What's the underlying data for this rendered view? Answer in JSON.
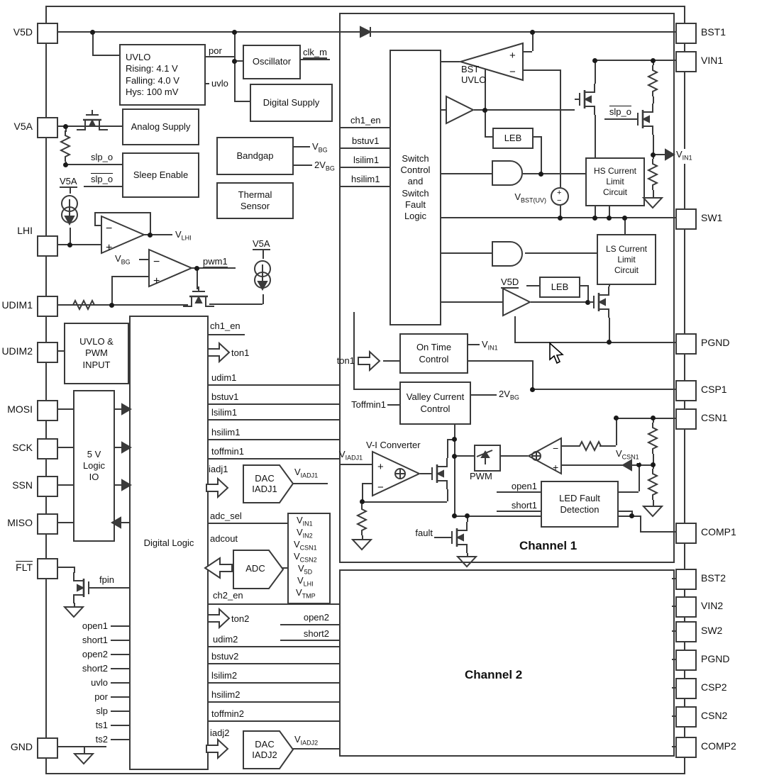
{
  "pins": {
    "left": [
      "V5D",
      "V5A",
      "LHI",
      "UDIM1",
      "UDIM2",
      "MOSI",
      "SCK",
      "SSN",
      "MISO",
      "FLT",
      "GND"
    ],
    "right": [
      "BST1",
      "VIN1",
      "SW1",
      "PGND",
      "CSP1",
      "CSN1",
      "COMP1",
      "BST2",
      "VIN2",
      "SW2",
      "PGND",
      "CSP2",
      "CSN2",
      "COMP2"
    ]
  },
  "blocks": {
    "uvlo": [
      "UVLO",
      "Rising: 4.1 V",
      "Falling: 4.0 V",
      "Hys: 100 mV"
    ],
    "oscillator": "Oscillator",
    "digital_supply": "Digital Supply",
    "analog_supply": "Analog Supply",
    "sleep_enable": "Sleep Enable",
    "bandgap": "Bandgap",
    "thermal": [
      "Thermal",
      "Sensor"
    ],
    "uvlo_pwm": [
      "UVLO &",
      "PWM",
      "INPUT"
    ],
    "logic_io": [
      "5 V",
      "Logic",
      "IO"
    ],
    "digital_logic": "Digital Logic",
    "dac1": [
      "DAC",
      "IADJ1"
    ],
    "adc": "ADC",
    "dac2": [
      "DAC",
      "IADJ2"
    ],
    "switch_ctrl": [
      "Switch",
      "Control",
      "and",
      "Switch",
      "Fault",
      "Logic"
    ],
    "bst_uvlo": [
      "BST",
      "UVLO"
    ],
    "leb": "LEB",
    "hs_limit": [
      "HS Current",
      "Limit",
      "Circuit"
    ],
    "ls_limit": [
      "LS Current",
      "Limit",
      "Circuit"
    ],
    "on_time": [
      "On Time",
      "Control"
    ],
    "valley": [
      "Valley Current",
      "Control"
    ],
    "led_fault": [
      "LED Fault",
      "Detection"
    ],
    "pwm_sw": "PWM",
    "vi_conv": "V-I Converter",
    "ch1": "Channel 1",
    "ch2": "Channel 2"
  },
  "signals": {
    "por": "por",
    "uvlo": "uvlo",
    "clk_m": "clk_m",
    "slp_o": "slp_o",
    "v5a": "V5A",
    "v5d": "V5D",
    "pwm1": "pwm1",
    "fpin": "fpin",
    "fault": "fault",
    "ch1_en": "ch1_en",
    "ton1": "ton1",
    "udim1": "udim1",
    "bstuv1": "bstuv1",
    "lsilim1": "lsilim1",
    "hsilim1": "hsilim1",
    "toffmin1": "toffmin1",
    "iadj1": "iadj1",
    "adc_sel": "adc_sel",
    "adcout": "adcout",
    "ch2_en": "ch2_en",
    "ton2": "ton2",
    "udim2": "udim2",
    "bstuv2": "bstuv2",
    "lsilim2": "lsilim2",
    "hsilim2": "hsilim2",
    "toffmin2": "toffmin2",
    "iadj2": "iadj2",
    "open1": "open1",
    "short1": "short1",
    "open2": "open2",
    "short2": "short2",
    "slp": "slp",
    "ts1": "ts1",
    "ts2": "ts2",
    "toffmin1_c": "Toffmin1"
  },
  "subs": {
    "vbg": {
      "b": "V",
      "s": "BG"
    },
    "v2bg": {
      "b": "2V",
      "s": "BG"
    },
    "vlhi": {
      "b": "V",
      "s": "LHI"
    },
    "vin1": {
      "b": "V",
      "s": "IN1"
    },
    "vin2": {
      "b": "V",
      "s": "IN2"
    },
    "vcsn1": {
      "b": "V",
      "s": "CSN1"
    },
    "vcsn2": {
      "b": "V",
      "s": "CSN2"
    },
    "v5d": {
      "b": "V",
      "s": "5D"
    },
    "vtmp": {
      "b": "V",
      "s": "TMP"
    },
    "viadj1": {
      "b": "V",
      "s": "IADJ1"
    },
    "viadj2": {
      "b": "V",
      "s": "IADJ2"
    },
    "vbstuv": {
      "b": "V",
      "s": "BST(UV)"
    }
  }
}
